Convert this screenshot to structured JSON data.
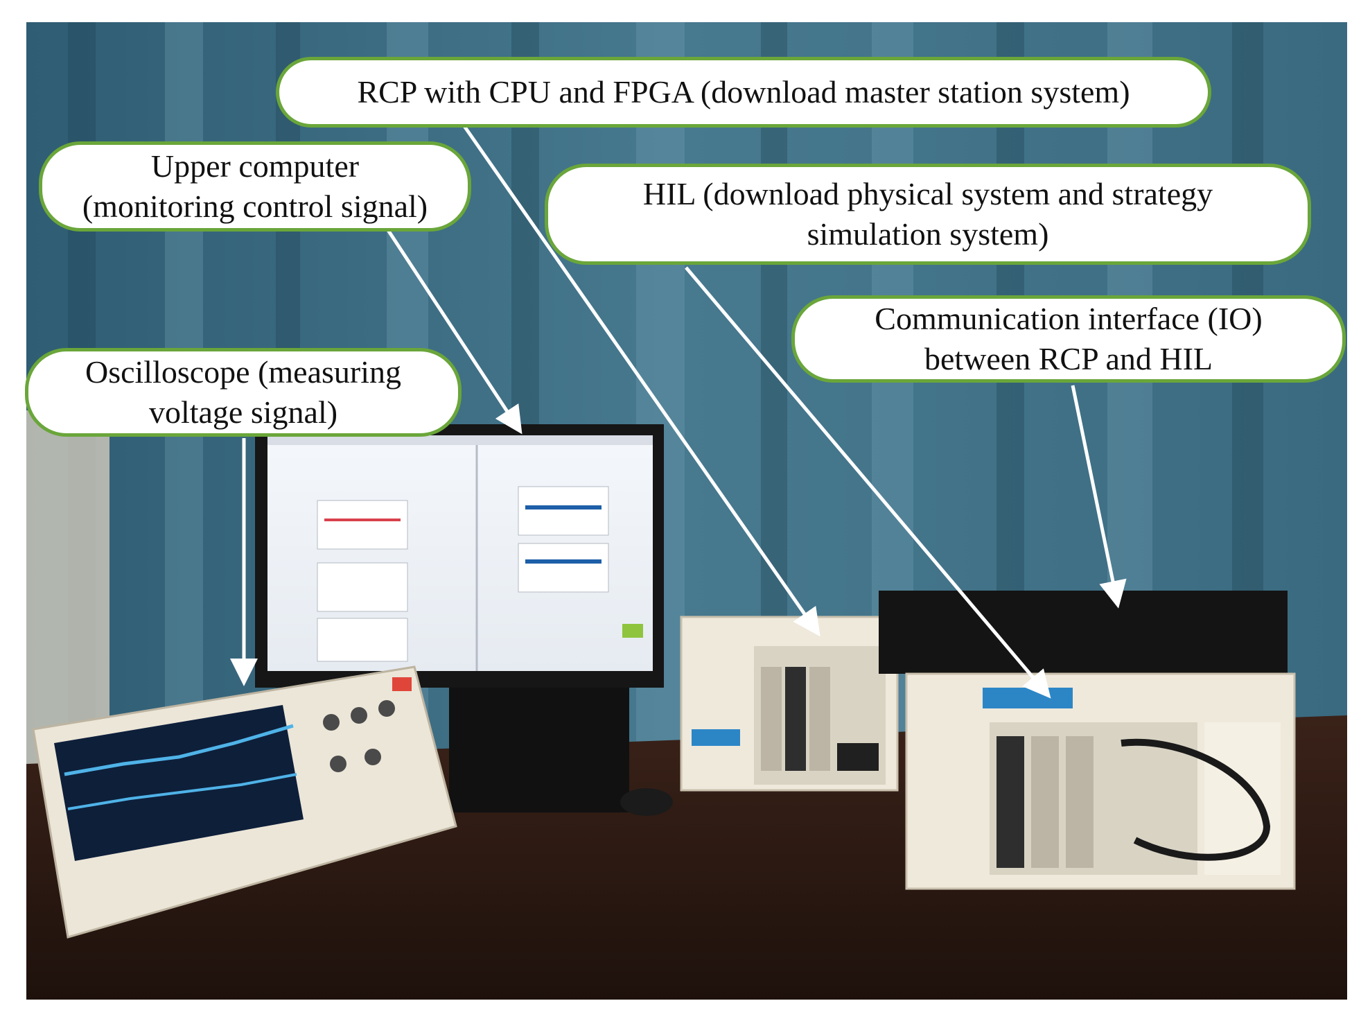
{
  "callouts": {
    "rcp": {
      "lines": [
        "RCP with CPU and FPGA (download master station system)"
      ]
    },
    "upper_computer": {
      "lines": [
        "Upper computer",
        "(monitoring control signal)"
      ]
    },
    "hil": {
      "lines": [
        "HIL (download physical system and strategy",
        "simulation system)"
      ]
    },
    "communication": {
      "lines": [
        "Communication interface (IO)",
        "between RCP and HIL"
      ]
    },
    "oscilloscope": {
      "lines": [
        "Oscilloscope (measuring",
        "voltage signal)"
      ]
    }
  },
  "colors": {
    "callout_border": "#6aa63a",
    "curtain": "#3e6f86",
    "table": "#2c1a14",
    "arrow": "#ffffff",
    "scope_trace": "#4fb3e8"
  }
}
